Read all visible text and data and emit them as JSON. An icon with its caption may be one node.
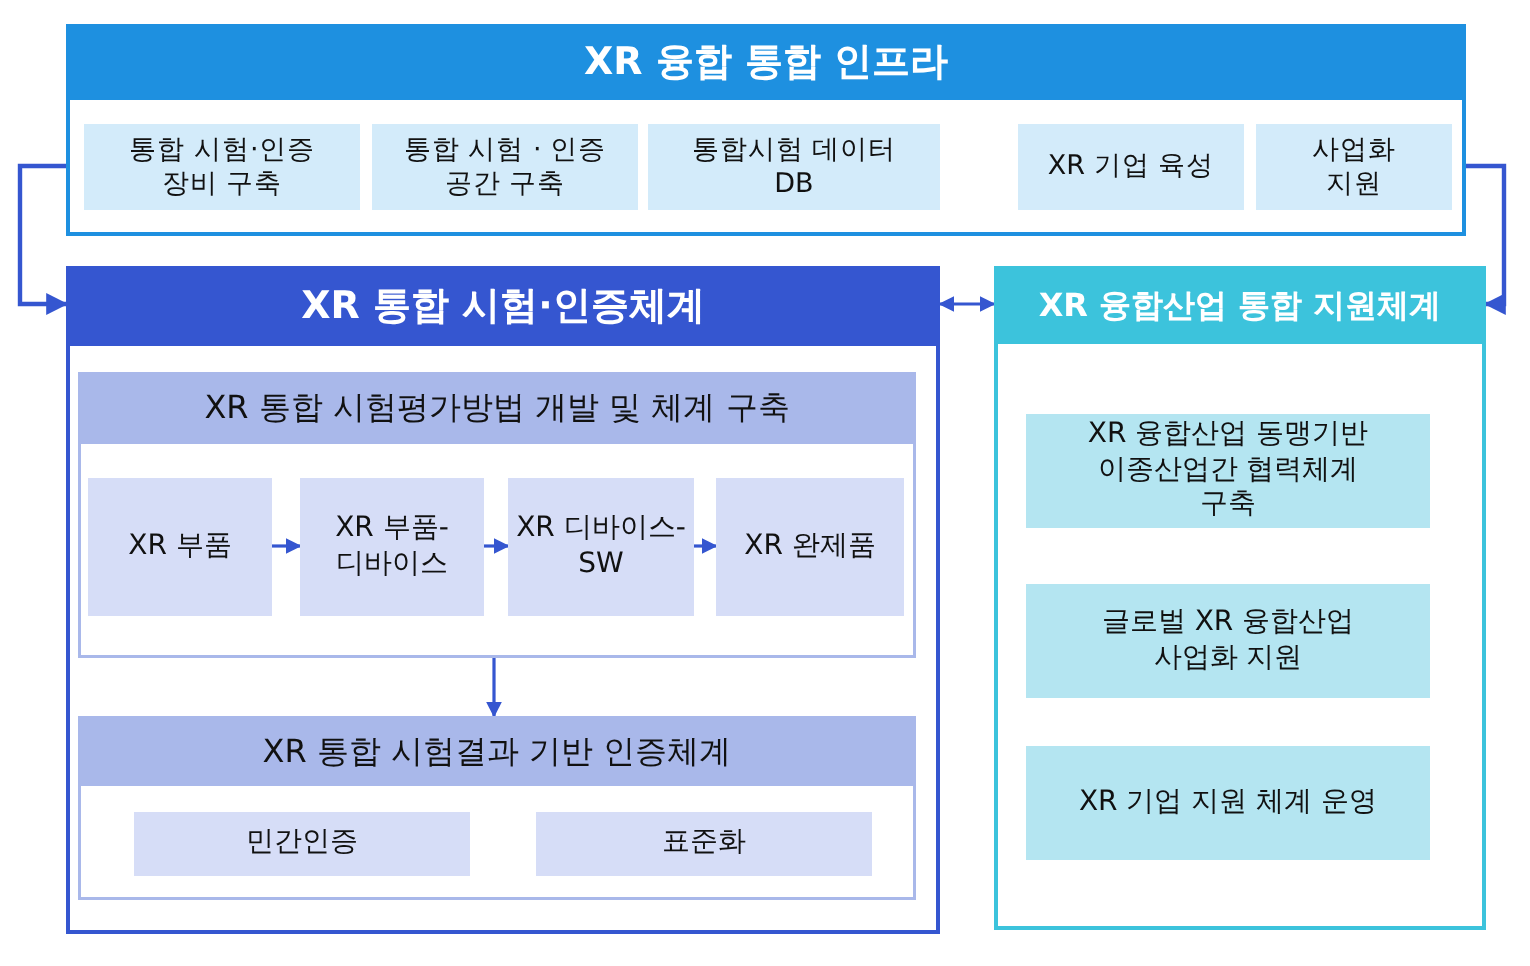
{
  "diagram": {
    "nodes": [
      {
        "text": [
          "XR 융합 통합 인프라"
        ]
      },
      {
        "text": [
          "통합 시험·인증 장비 구축"
        ],
        "in": 0
      },
      {
        "text": [
          "통합 시험 · 인증 공간 구축"
        ],
        "in": 0
      },
      {
        "text": [
          "통합시험 데이터 DB"
        ],
        "in": 0
      },
      {
        "text": [
          "XR 기업 육성"
        ],
        "in": 0
      },
      {
        "text": [
          "사업화 지원"
        ],
        "in": 0
      },
      {
        "text": [
          "XR 통합 시험·인증체계"
        ]
      },
      {
        "text": [
          "XR 통합 시험평가방법 개발 및 체계 구축"
        ],
        "in": 6
      },
      {
        "text": [
          "XR 부품"
        ],
        "in": 7
      },
      {
        "text": [
          "XR 부품- 디바이스"
        ],
        "in": 7
      },
      {
        "text": [
          "XR 디바이스- SW"
        ],
        "in": 7
      },
      {
        "text": [
          "XR 완제품"
        ],
        "in": 7
      },
      {
        "text": [
          "XR 통합 시험결과 기반 인증체계"
        ],
        "in": 6
      },
      {
        "text": [
          "민간인증"
        ],
        "in": 12
      },
      {
        "text": [
          "표준화"
        ],
        "in": 12
      },
      {
        "text": [
          "XR 융합산업 통합 지원체계"
        ]
      },
      {
        "text": [
          "XR 융합산업 동맹기반 이종산업간 협력체계 구축"
        ],
        "in": 15
      },
      {
        "text": [
          "글로벌 XR 융합산업 사업화 지원"
        ],
        "in": 15
      },
      {
        "text": [
          "XR 기업 지원 체계 운영"
        ],
        "in": 15
      }
    ],
    "edges": [
      {
        "from": 0,
        "to": 6,
        "arrow": "to"
      },
      {
        "from": 0,
        "to": 15,
        "arrow": "to"
      },
      {
        "from": 6,
        "to": 15,
        "arrow": "both"
      },
      {
        "from": 8,
        "to": 9,
        "arrow": "to"
      },
      {
        "from": 9,
        "to": 10,
        "arrow": "to"
      },
      {
        "from": 10,
        "to": 11,
        "arrow": "to"
      },
      {
        "from": 7,
        "to": 12,
        "arrow": "to"
      }
    ]
  }
}
